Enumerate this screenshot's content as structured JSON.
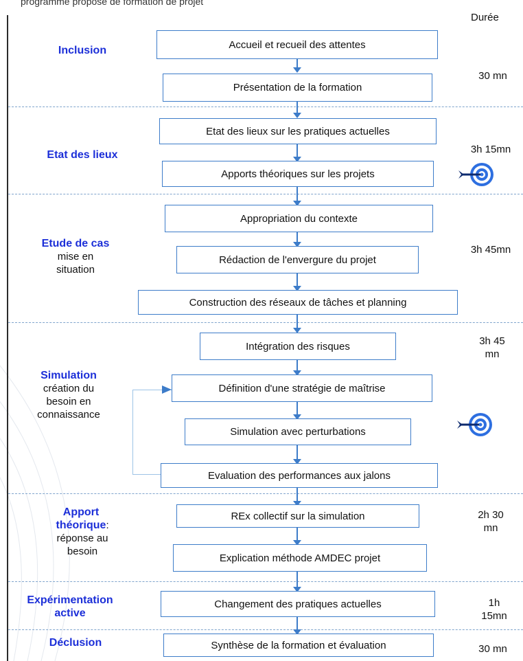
{
  "top_text": "programme proposé de formation de projet",
  "duree_label": "Durée",
  "phases": [
    {
      "title": "Inclusion",
      "sub": ""
    },
    {
      "title": "Etat des lieux",
      "sub": ""
    },
    {
      "title": "Etude de cas",
      "sub": "mise en\nsituation"
    },
    {
      "title": "Simulation",
      "sub": "création du\nbesoin en\nconnaissance"
    },
    {
      "title": "Apport\nthéorique",
      "suffix": " :",
      "sub": "réponse au\nbesoin"
    },
    {
      "title": "Expérimentation\nactive",
      "sub": ""
    },
    {
      "title": "Déclusion",
      "sub": ""
    }
  ],
  "durations": [
    "30 mn",
    "3h 15mn",
    "3h 45mn",
    "3h 45\nmn",
    "2h 30\nmn",
    "1h\n15mn",
    "30 mn"
  ],
  "steps": [
    "Accueil et recueil des attentes",
    "Présentation de la formation",
    "Etat des lieux sur les pratiques actuelles",
    "Apports théoriques sur les projets",
    "Appropriation du contexte",
    "Rédaction de l'envergure du projet",
    "Construction des réseaux de tâches et planning",
    "Intégration des risques",
    "Définition d'une stratégie de maîtrise",
    "Simulation avec perturbations",
    "Evaluation des performances aux jalons",
    "REx collectif sur la simulation",
    "Explication méthode AMDEC projet",
    "Changement des pratiques actuelles",
    "Synthèse de la formation et évaluation"
  ],
  "icons": [
    "target-arrow-icon",
    "target-arrow-icon"
  ],
  "colors": {
    "box_border": "#3d7cc9",
    "phase_title": "#1c2fd8",
    "divider": "#7fa4cc"
  }
}
